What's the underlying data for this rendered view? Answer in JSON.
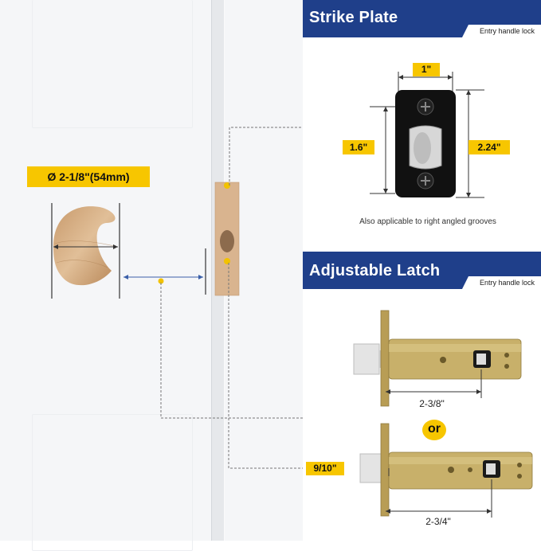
{
  "door": {
    "bore_label": "Ø 2-1/8\"(54mm)"
  },
  "strike_plate": {
    "title": "Strike Plate",
    "tag": "Entry handle lock",
    "width_label": "1\"",
    "height_left_label": "1.6\"",
    "height_right_label": "2.24\"",
    "note": "Also applicable to right angled grooves"
  },
  "latch": {
    "title": "Adjustable Latch",
    "tag": "Entry handle lock",
    "short_label": "2-3/8\"",
    "or_label": "or",
    "backset_label": "9/10\"",
    "long_label": "2-3/4\""
  },
  "colors": {
    "banner": "#1f3f8a",
    "accent_yellow": "#f7c600",
    "wood": "#d9b48f",
    "brass": "#c8b06a"
  }
}
